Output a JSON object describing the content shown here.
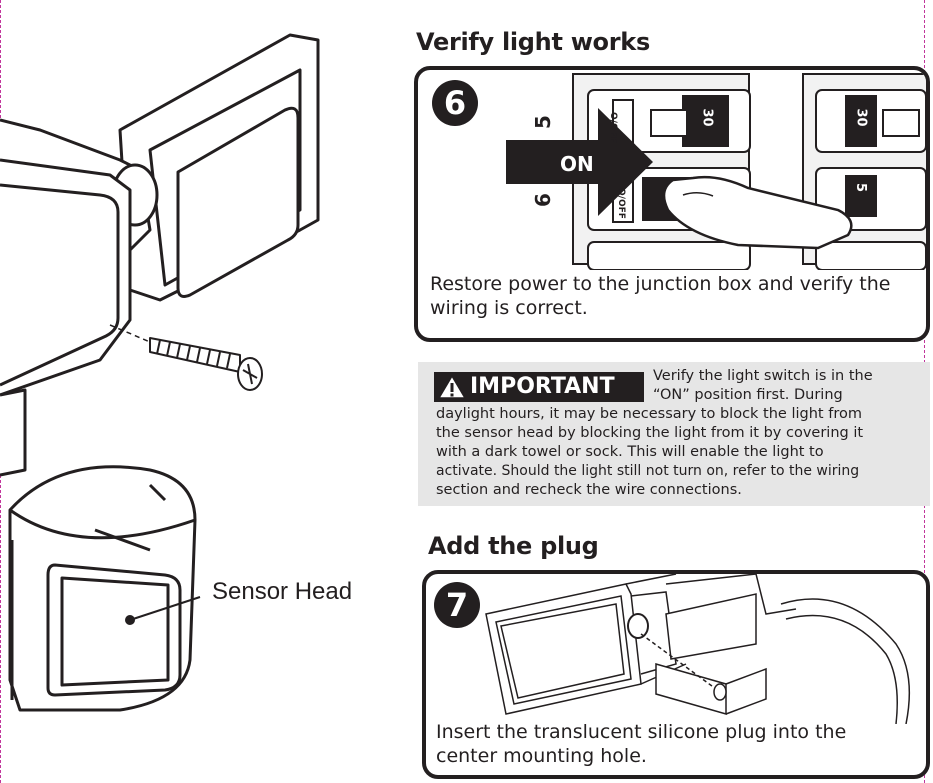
{
  "step6": {
    "heading": "Verify light works",
    "number": "6",
    "caption_line1": "Restore power to the junction box and verify the",
    "caption_line2": "wiring is correct.",
    "breaker_row5": "5",
    "breaker_row6": "6",
    "arrow_label": "ON",
    "switch_off_label": "O/OFF",
    "rating": "30",
    "rating_partial": "5"
  },
  "important": {
    "badge": "IMPORTANT",
    "line1": "Verify the light switch is in the",
    "line2": "“ON” position first. During",
    "line3": "daylight hours, it may be necessary to block the light from",
    "line4": "the sensor head by blocking the light from it by covering it",
    "line5": "with a dark towel or sock. This will enable the light to",
    "line6": "activate. Should the light still not turn on, refer to the wiring",
    "line7": "section and recheck the wire connections."
  },
  "step7": {
    "heading": "Add the plug",
    "number": "7",
    "caption_line1": "Insert the translucent silicone plug into the",
    "caption_line2": "center mounting hole."
  },
  "illustration": {
    "sensor_label": "Sensor Head"
  },
  "colors": {
    "ink": "#231f20",
    "panel_gray": "#e6e6e6",
    "trim_dash": "#c0359a"
  }
}
